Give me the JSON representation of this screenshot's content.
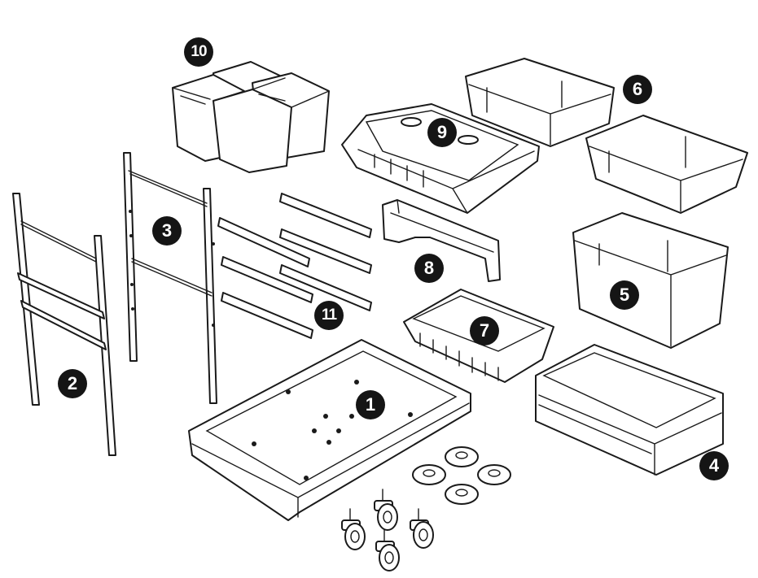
{
  "parts": [
    {
      "id": "base-tray",
      "number": "1"
    },
    {
      "id": "small-side-frame",
      "number": "2"
    },
    {
      "id": "large-side-frame",
      "number": "3"
    },
    {
      "id": "drawer",
      "number": "4"
    },
    {
      "id": "deep-bin",
      "number": "5"
    },
    {
      "id": "wire-basket",
      "number": "7"
    },
    {
      "id": "shallow-bins",
      "number": "6"
    },
    {
      "id": "drawer-bracket",
      "number": "8"
    },
    {
      "id": "top-tray",
      "number": "9"
    },
    {
      "id": "cup-bins",
      "number": "10"
    },
    {
      "id": "rails",
      "number": "11"
    }
  ],
  "extras": [
    "caster-wheels-icon",
    "foot-pads-icon"
  ]
}
